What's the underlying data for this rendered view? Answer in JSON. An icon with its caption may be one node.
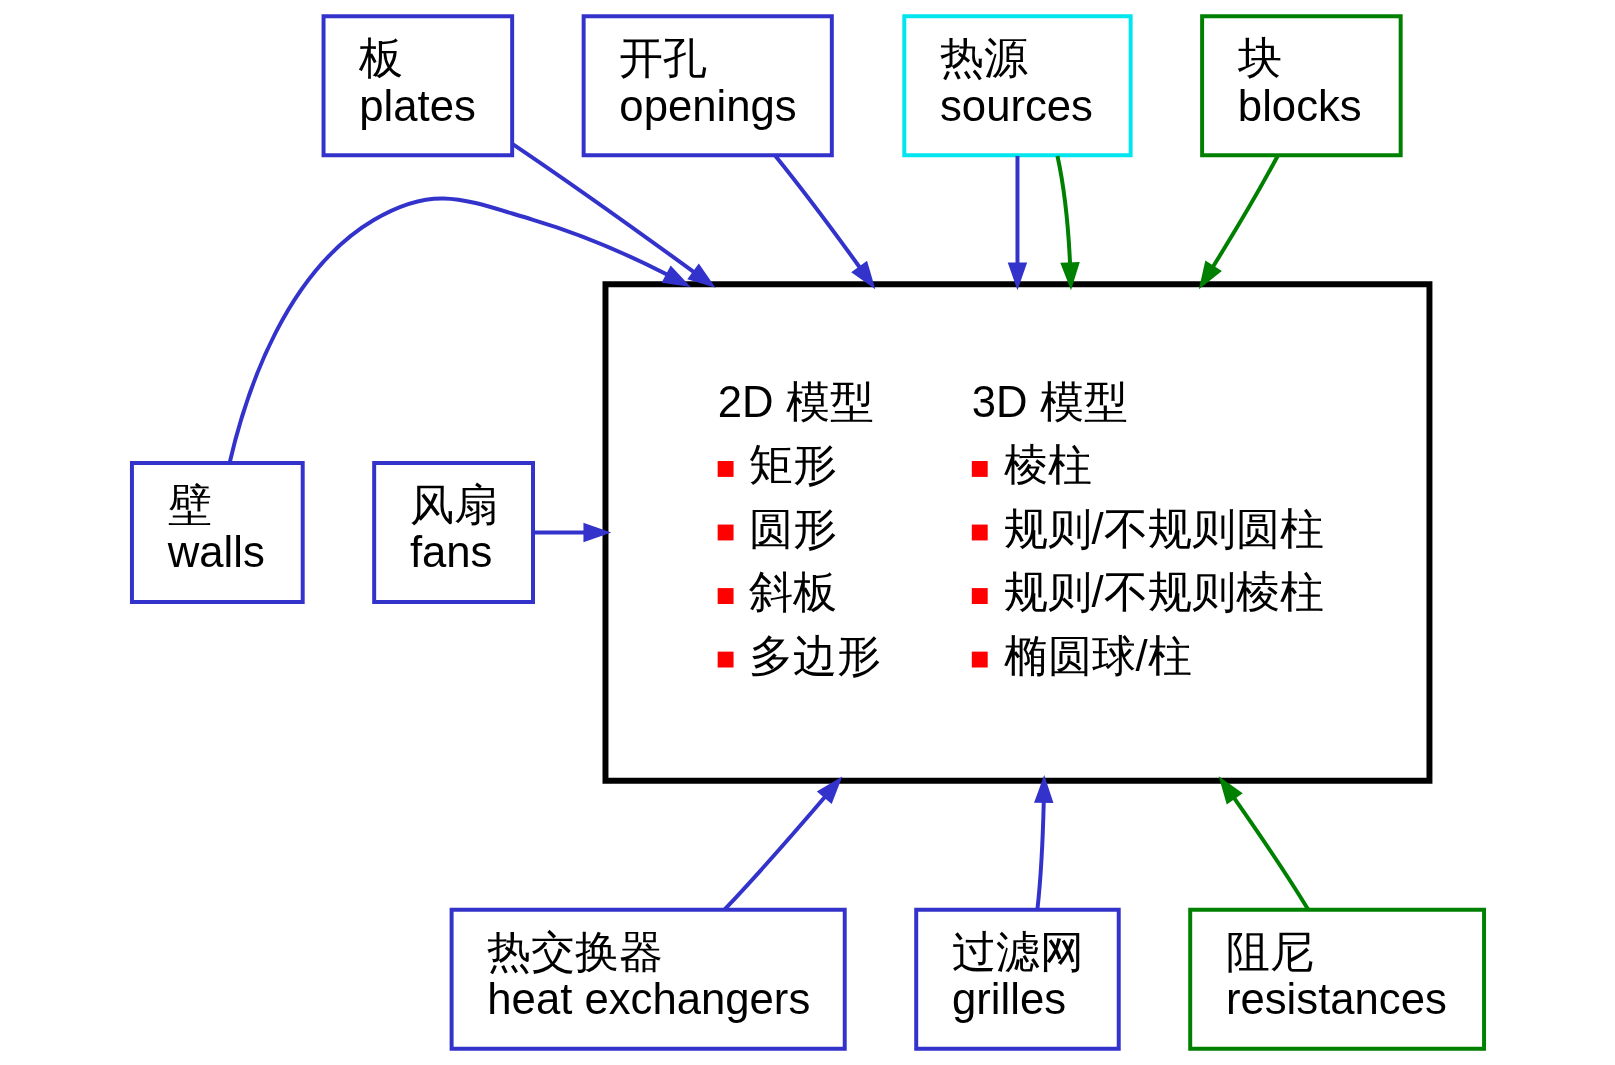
{
  "diagram": {
    "nodes": [
      {
        "text": [
          "2D 模型",
          "矩形",
          "圆形",
          "斜板",
          "多边形",
          "3D 模型",
          "棱柱",
          "规则/不规则圆柱",
          "规则/不规则棱柱",
          "椭圆球/柱"
        ]
      },
      {
        "text": [
          "板",
          "plates"
        ]
      },
      {
        "text": [
          "开孔",
          "openings"
        ]
      },
      {
        "text": [
          "热源",
          "sources"
        ]
      },
      {
        "text": [
          "块",
          "blocks"
        ]
      },
      {
        "text": [
          "风扇",
          "fans"
        ]
      },
      {
        "text": [
          "壁",
          "walls"
        ]
      },
      {
        "text": [
          "热交换器",
          "heat exchangers"
        ]
      },
      {
        "text": [
          "过滤网",
          "grilles"
        ]
      },
      {
        "text": [
          "阻尼",
          "resistances"
        ]
      }
    ],
    "edges": [
      {
        "from": 1,
        "to": 0,
        "arrow": "to"
      },
      {
        "from": 2,
        "to": 0,
        "arrow": "to"
      },
      {
        "from": 3,
        "to": 0,
        "arrow": "to"
      },
      {
        "from": 3,
        "to": 0,
        "arrow": "to",
        "color": "#008000"
      },
      {
        "from": 4,
        "to": 0,
        "arrow": "to",
        "color": "#008000"
      },
      {
        "from": 5,
        "to": 0,
        "arrow": "to"
      },
      {
        "from": 6,
        "to": 0,
        "arrow": "to"
      },
      {
        "from": 7,
        "to": 0,
        "arrow": "to"
      },
      {
        "from": 8,
        "to": 0,
        "arrow": "to"
      },
      {
        "from": 9,
        "to": 0,
        "arrow": "to",
        "color": "#008000"
      }
    ]
  }
}
